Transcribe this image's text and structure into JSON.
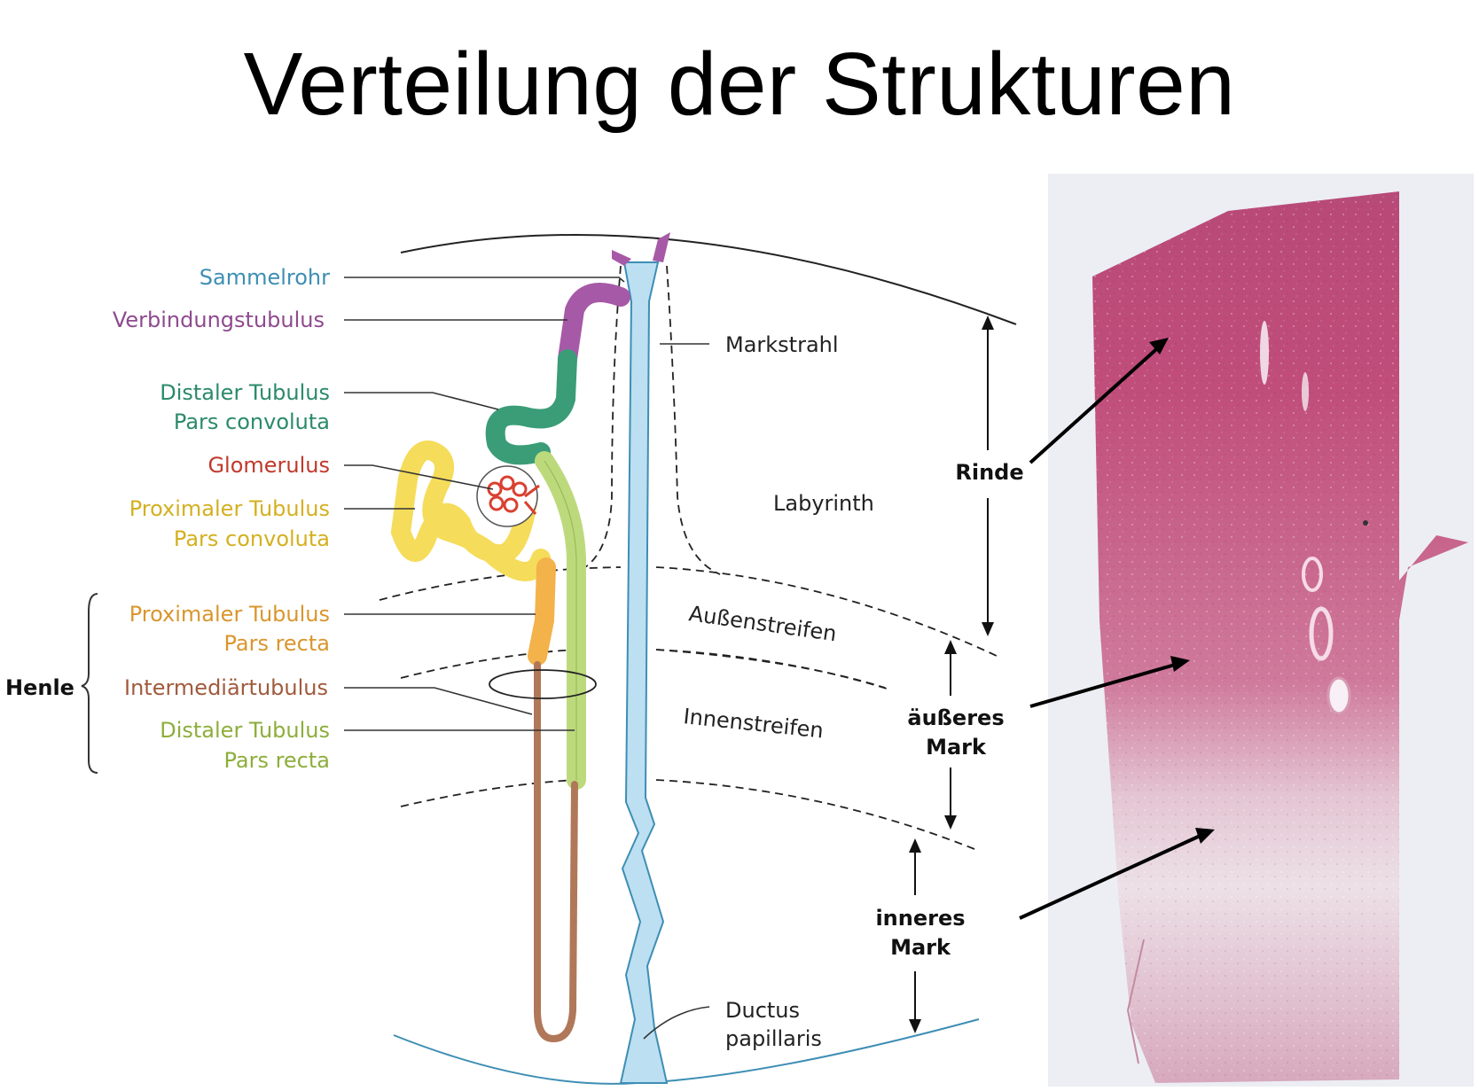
{
  "title": "Verteilung der Strukturen",
  "colors": {
    "sammelrohr": "#3e8eb4",
    "verbindungstubulus": "#8e4a8e",
    "distaler_convoluta": "#2b8a6a",
    "glomerulus": "#c0392b",
    "proximaler": "#d4b020",
    "proximaler_recta": "#d9962e",
    "intermediaer": "#a05a3c",
    "distaler_recta": "#8dae3a",
    "tubule_sammelrohr_fill": "#bcdff2",
    "tubule_verbindung": "#a659a6",
    "tubule_distal": "#3a9d78",
    "tubule_proximal": "#f5dc5a",
    "tubule_proximal_recta": "#f3b24a",
    "tubule_intermediaer": "#b07858",
    "tubule_distal_recta": "#bcda7c"
  },
  "labels": {
    "sammelrohr": "Sammelrohr",
    "verbindungstubulus": "Verbindungstubulus",
    "distaler_tubulus": "Distaler Tubulus",
    "pars_convoluta": "Pars convoluta",
    "glomerulus": "Glomerulus",
    "proximaler_tubulus": "Proximaler Tubulus",
    "pars_convoluta_2": "Pars convoluta",
    "proximaler_tubulus_2": "Proximaler Tubulus",
    "pars_recta": "Pars recta",
    "henle": "Henle",
    "intermediaertubulus": "Intermediärtubulus",
    "distaler_tubulus_2": "Distaler Tubulus",
    "pars_recta_2": "Pars recta"
  },
  "zones": {
    "markstrahl": "Markstrahl",
    "labyrinth": "Labyrinth",
    "aussenstreifen": "Außenstreifen",
    "innenstreifen": "Innenstreifen",
    "ductus_1": "Ductus",
    "ductus_2": "papillaris"
  },
  "regions": {
    "rinde": "Rinde",
    "aeusseres_1": "äußeres",
    "aeusseres_2": "Mark",
    "inneres_1": "inneres",
    "inneres_2": "Mark"
  }
}
